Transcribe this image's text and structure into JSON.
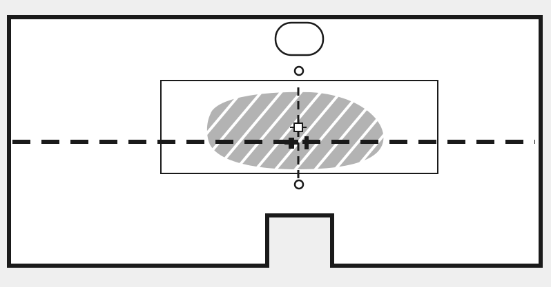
{
  "diagram": {
    "description_free": true,
    "colors": {
      "background": "#efefef",
      "stroke": "#1a1a1a",
      "fill": "#ffffff",
      "hatch": "#b3b3b3"
    },
    "elements": [
      "outer-frame",
      "top-pill",
      "inner-rectangle",
      "hatched-region",
      "horizontal-centerline",
      "vertical-centerline",
      "center-square-marker",
      "cross-marker",
      "top-circle",
      "bottom-circle"
    ]
  }
}
